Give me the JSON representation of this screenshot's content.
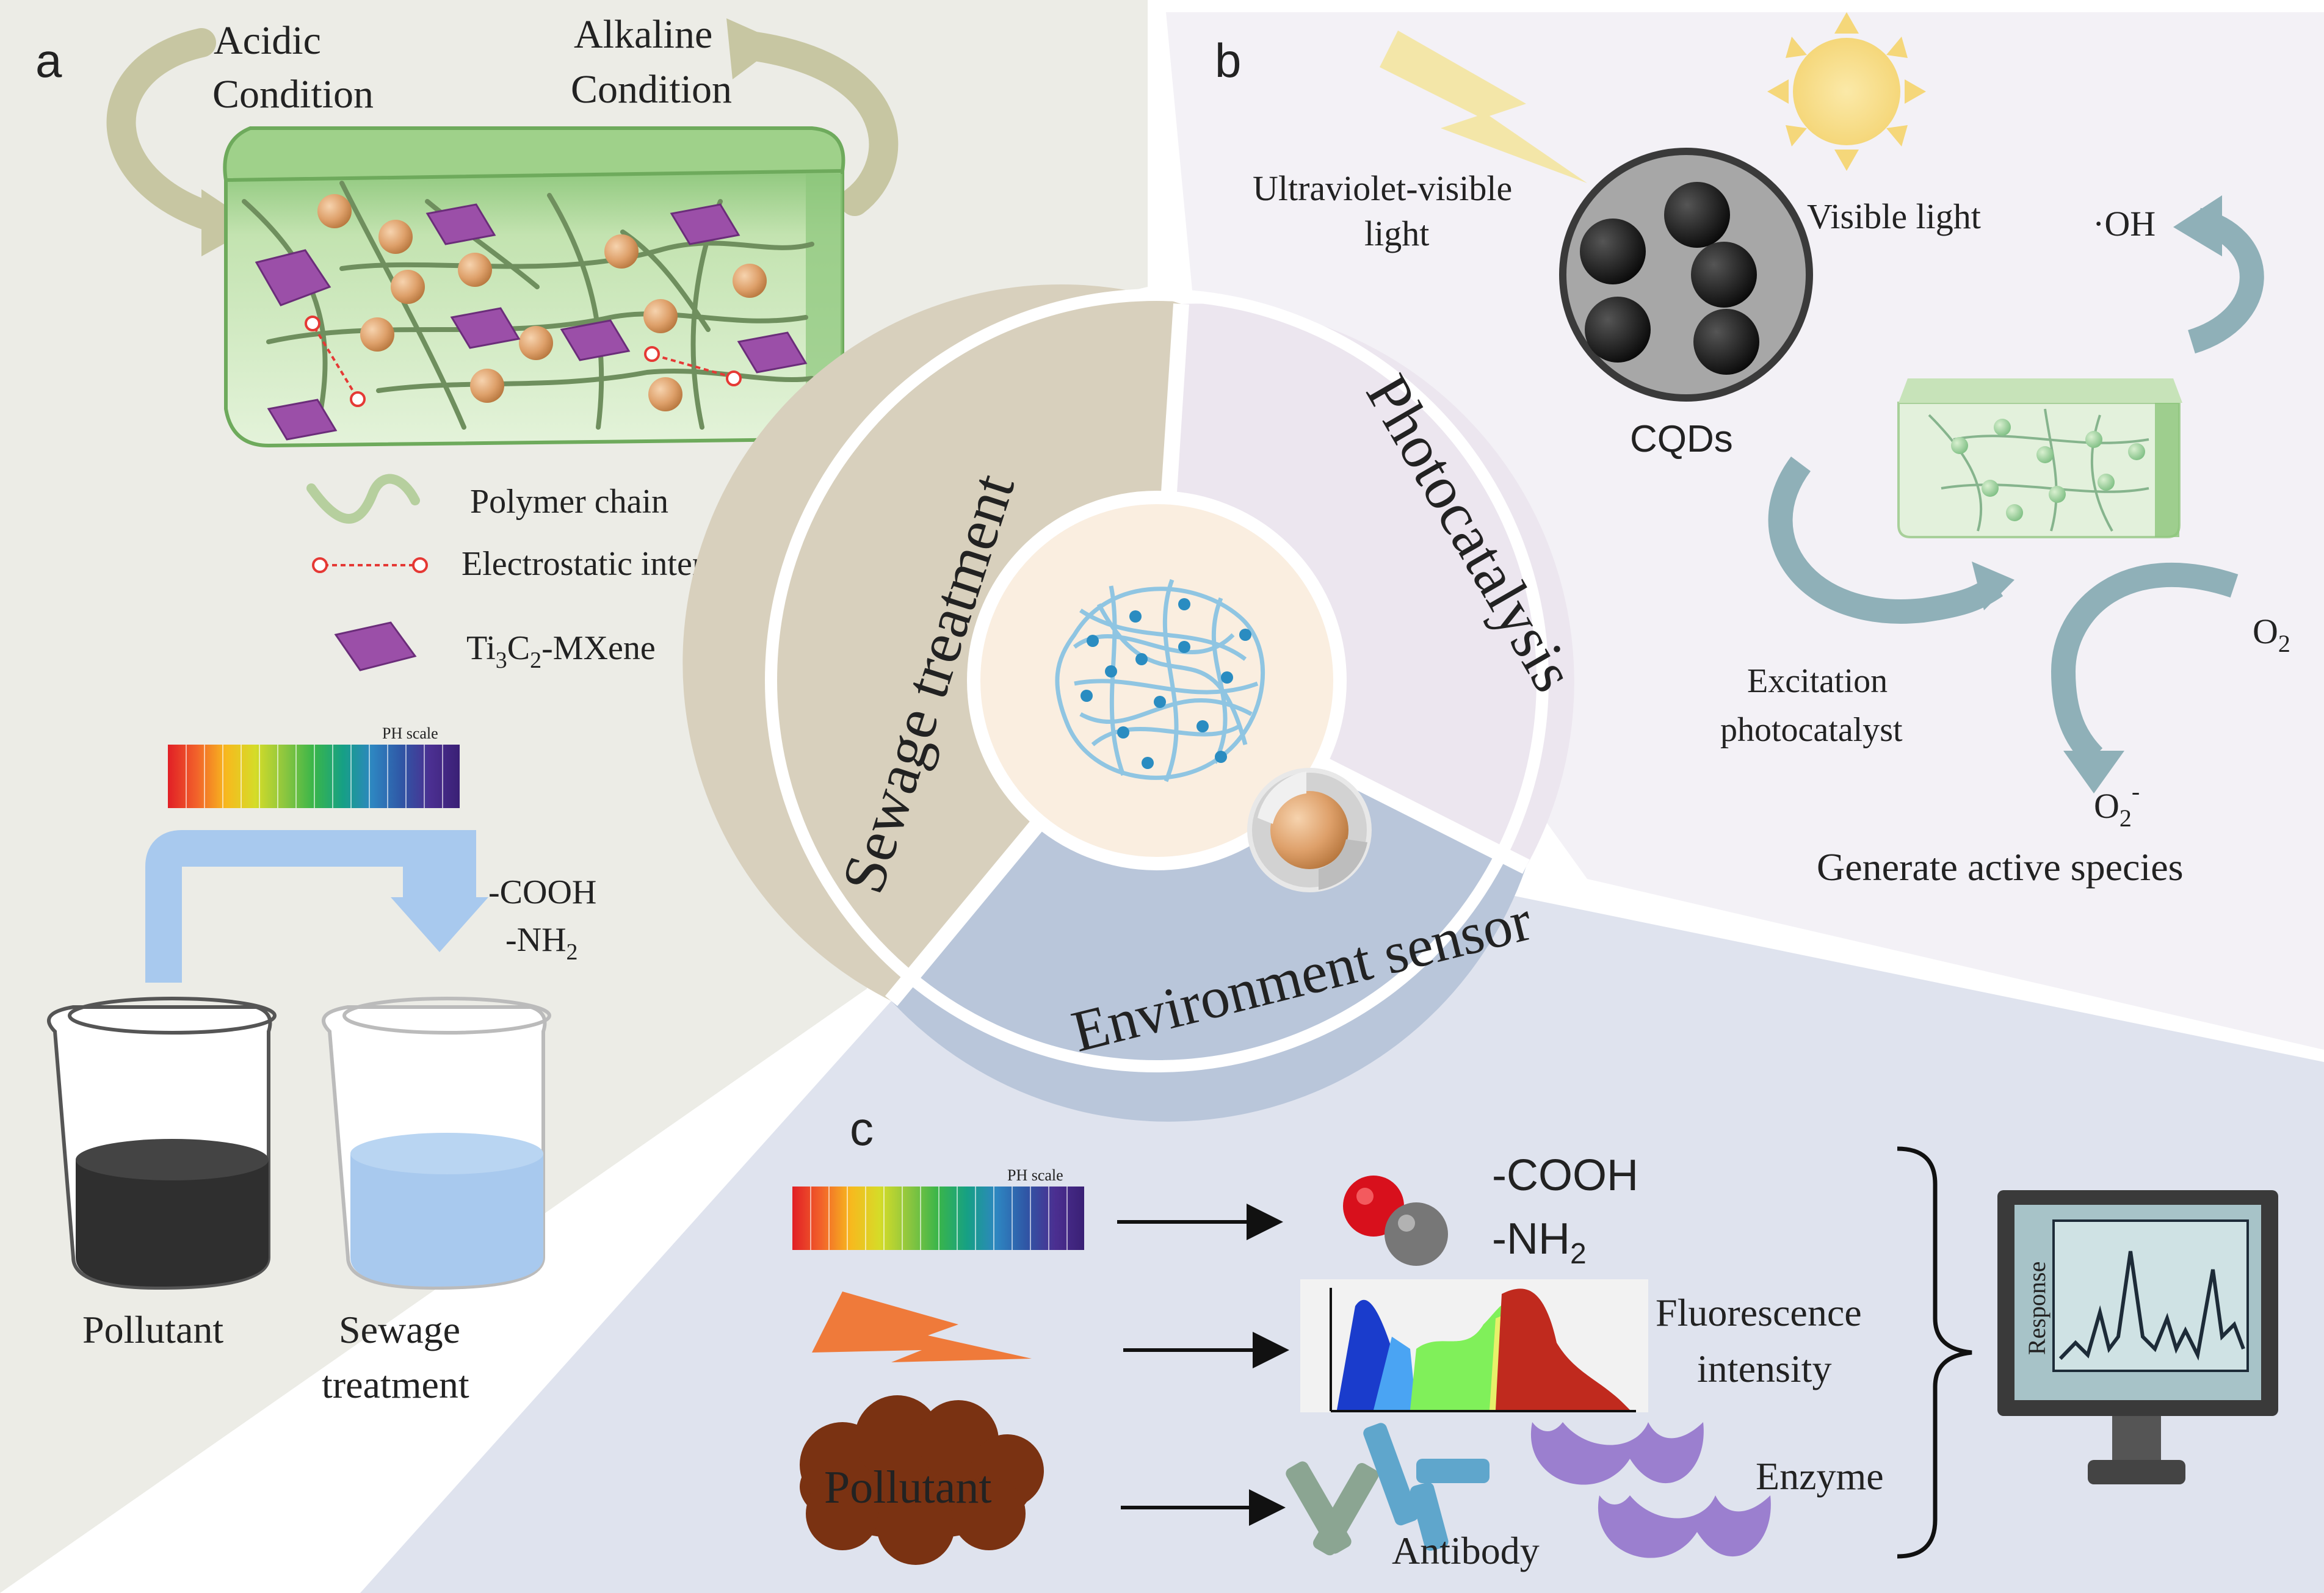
{
  "colors": {
    "panel_a_bg": "#ecece6",
    "panel_b_bg": "#f3f1f6",
    "panel_c_bg": "#dfe3ee",
    "sewage_sector": "#d8d0bd",
    "photo_sector": "#ece6ef",
    "sensor_sector": "#b9c6da",
    "center_fill": "#faeee0",
    "gel_green": "#a9d38f",
    "particle": "#e0a56e",
    "mxene": "#9b4fa8",
    "arrow_blue": "#a8c9ee",
    "arrow_gray_blue": "#8fb0b8",
    "lightning_yellow": "#f3e6a8",
    "lightning_orange": "#ef7a3a",
    "pollutant_brown": "#7a3212",
    "antibody": "#8fb2c9",
    "enzyme": "#9b7fcf"
  },
  "panel_labels": {
    "a": "a",
    "b": "b",
    "c": "c"
  },
  "center": {
    "sewage": "Sewage treatment",
    "photo": "Photocatalysis",
    "sensor": "Environment sensor"
  },
  "panel_a": {
    "acidic_1": "Acidic",
    "acidic_2": "Condition",
    "alkaline_1": "Alkaline",
    "alkaline_2": "Condition",
    "legend_polymer": "Polymer chain",
    "legend_electro": "Electrostatic interaction",
    "legend_mxene_pre": "Ti",
    "legend_mxene_sub1": "3",
    "legend_mxene_mid": "C",
    "legend_mxene_sub2": "2",
    "legend_mxene_post": "-MXene",
    "ph_scale": "PH scale",
    "cooh": "-COOH",
    "nh2_pre": "-NH",
    "nh2_sub": "2",
    "pollutant": "Pollutant",
    "sewage_1": "Sewage",
    "sewage_2": "treatment"
  },
  "panel_b": {
    "uv_1": "Ultraviolet-visible",
    "uv_2": "light",
    "visible": "Visible light",
    "cqds": "CQDs",
    "oh": "·OH",
    "excitation_1": "Excitation",
    "excitation_2": "photocatalyst",
    "o2_pre": "O",
    "o2_sub": "2",
    "o2m_pre": "O",
    "o2m_sub": "2",
    "o2m_sup": "-",
    "generate": "Generate active species"
  },
  "panel_c": {
    "ph_scale": "PH scale",
    "cooh": "-COOH",
    "nh2_pre": "-NH",
    "nh2_sub": "2",
    "fluor_1": "Fluorescence",
    "fluor_2": "intensity",
    "pollutant": "Pollutant",
    "antibody": "Antibody",
    "enzyme": "Enzyme",
    "response": "Response"
  }
}
